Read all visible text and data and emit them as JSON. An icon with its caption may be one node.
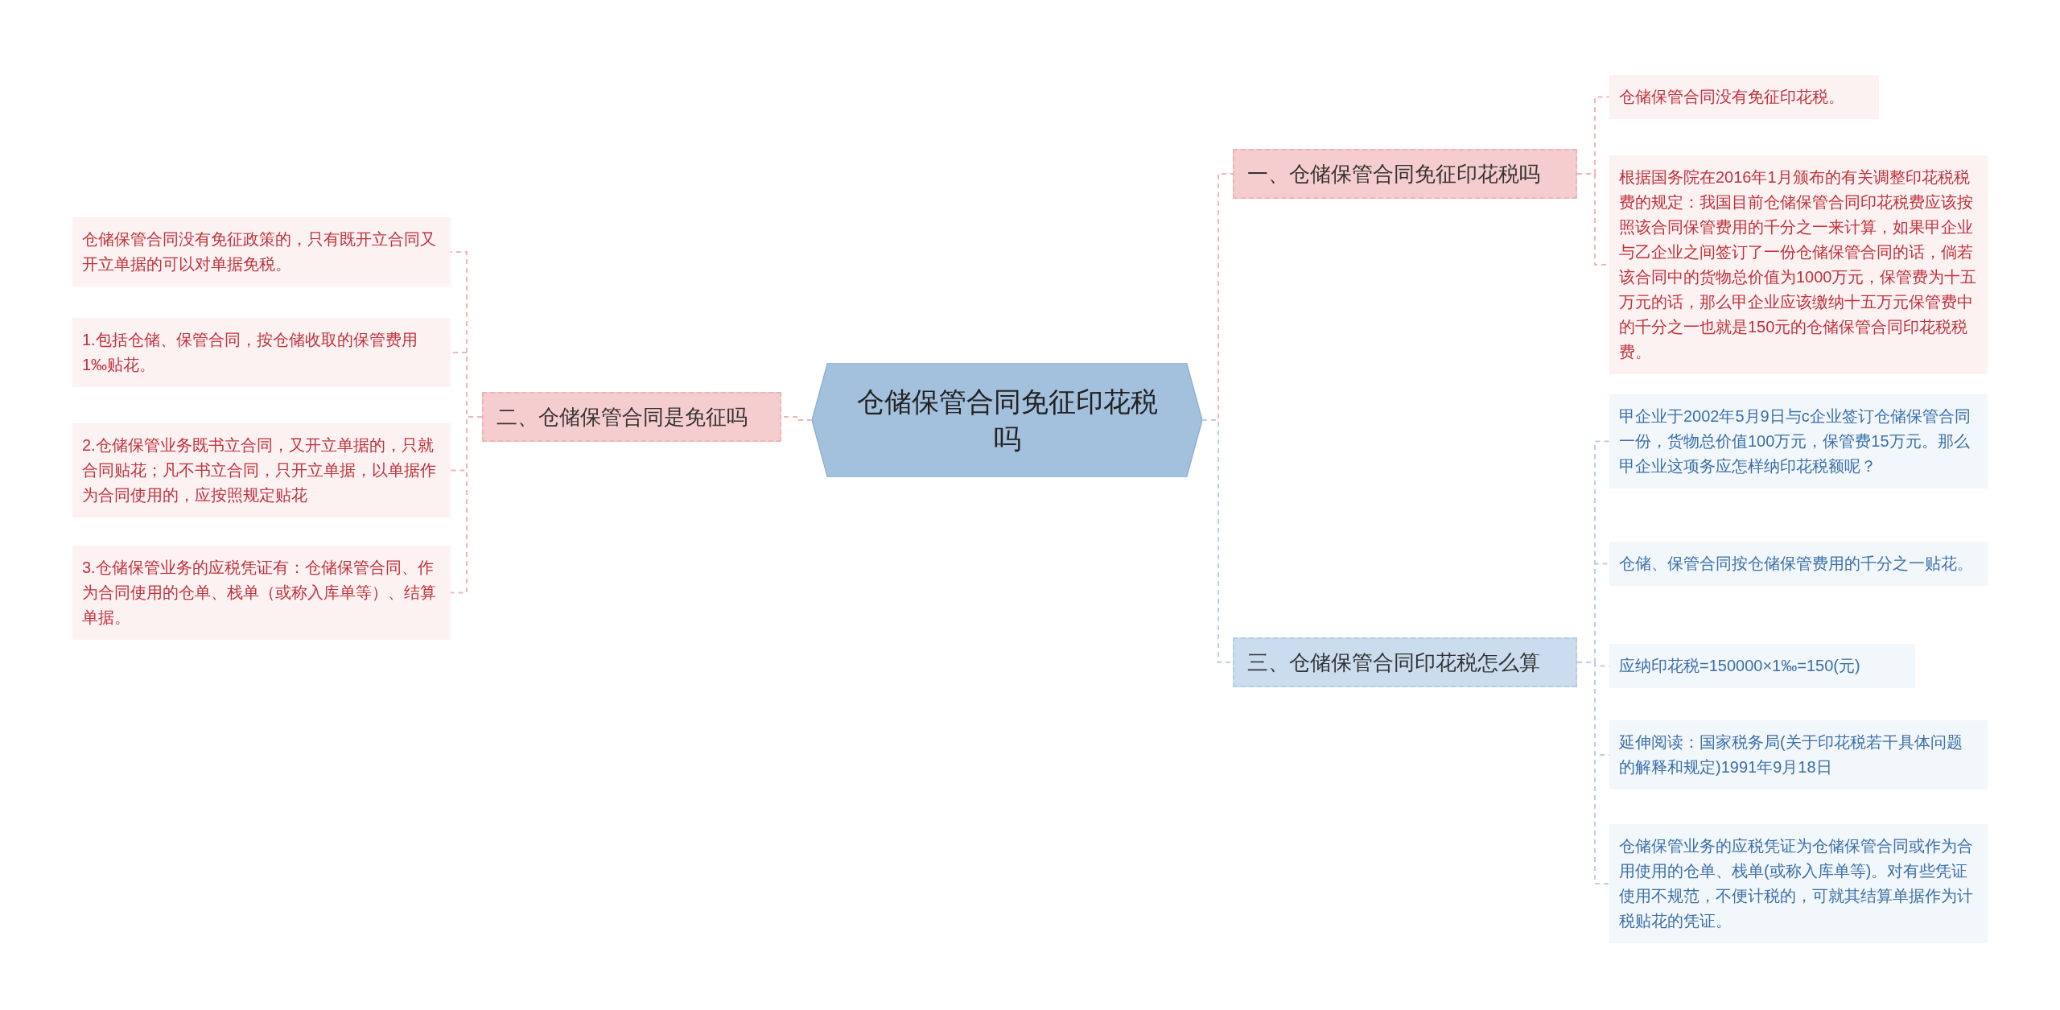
{
  "diagram": {
    "nodes": [
      {
        "text": [
          "仓储保管合同免征印花税吗"
        ]
      },
      {
        "text": [
          "二、仓储保管合同是免征吗"
        ]
      },
      {
        "text": [
          "仓储保管合同没有免征政策的，只有既开立合同又开立单据的可以对单据免税。"
        ]
      },
      {
        "text": [
          "1.包括仓储、保管合同，按仓储收取的保管费用1‰贴花。"
        ]
      },
      {
        "text": [
          "2.仓储保管业务既书立合同，又开立单据的，只就合同贴花；凡不书立合同，只开立单据，以单据作为合同使用的，应按照规定贴花"
        ]
      },
      {
        "text": [
          "3.仓储保管业务的应税凭证有：仓储保管合同、作为合同使用的仓单、栈单（或称入库单等）、结算单据。"
        ]
      },
      {
        "text": [
          "一、仓储保管合同免征印花税吗"
        ]
      },
      {
        "text": [
          "仓储保管合同没有免征印花税。"
        ]
      },
      {
        "text": [
          "根据国务院在2016年1月颁布的有关调整印花税税费的规定：我国目前仓储保管合同印花税费应该按照该合同保管费用的千分之一来计算，如果甲企业与乙企业之间签订了一份仓储保管合同的话，倘若该合同中的货物总价值为1000万元，保管费为十五万元的话，那么甲企业应该缴纳十五万元保管费中的千分之一也就是150元的仓储保管合同印花税税费。"
        ]
      },
      {
        "text": [
          "三、仓储保管合同印花税怎么算"
        ]
      },
      {
        "text": [
          "甲企业于2002年5月9日与c企业签订仓储保管合同一份，货物总价值100万元，保管费15万元。那么甲企业这项务应怎样纳印花税额呢？"
        ]
      },
      {
        "text": [
          "仓储、保管合同按仓储保管费用的千分之一贴花。"
        ]
      },
      {
        "text": [
          "应纳印花税=150000×1‰=150(元)"
        ]
      },
      {
        "text": [
          "延伸阅读：国家税务局(关于印花税若干具体问题的解释和规定)1991年9月18日"
        ]
      },
      {
        "text": [
          "仓储保管业务的应税凭证为仓储保管合同或作为合用使用的仓单、栈单(或称入库单等)。对有些凭证使用不规范，不便计税的，可就其结算单据作为计税贴花的凭证。"
        ]
      }
    ],
    "edges": [
      {
        "from": 0,
        "to": 1,
        "arrow": "none",
        "style": "dashed"
      },
      {
        "from": 1,
        "to": 2,
        "arrow": "none",
        "style": "dashed"
      },
      {
        "from": 1,
        "to": 3,
        "arrow": "none",
        "style": "dashed"
      },
      {
        "from": 1,
        "to": 4,
        "arrow": "none",
        "style": "dashed"
      },
      {
        "from": 1,
        "to": 5,
        "arrow": "none",
        "style": "dashed"
      },
      {
        "from": 0,
        "to": 6,
        "arrow": "none",
        "style": "dashed"
      },
      {
        "from": 6,
        "to": 7,
        "arrow": "none",
        "style": "dashed"
      },
      {
        "from": 6,
        "to": 8,
        "arrow": "none",
        "style": "dashed"
      },
      {
        "from": 0,
        "to": 9,
        "arrow": "none",
        "style": "dashed",
        "color": "#b9cfe6"
      },
      {
        "from": 9,
        "to": 10,
        "arrow": "none",
        "style": "dashed",
        "color": "#b9cfe6"
      },
      {
        "from": 9,
        "to": 11,
        "arrow": "none",
        "style": "dashed",
        "color": "#b9cfe6"
      },
      {
        "from": 9,
        "to": 12,
        "arrow": "none",
        "style": "dashed",
        "color": "#b9cfe6"
      },
      {
        "from": 9,
        "to": 13,
        "arrow": "none",
        "style": "dashed",
        "color": "#b9cfe6"
      },
      {
        "from": 9,
        "to": 14,
        "arrow": "none",
        "style": "dashed",
        "color": "#b9cfe6"
      }
    ]
  }
}
